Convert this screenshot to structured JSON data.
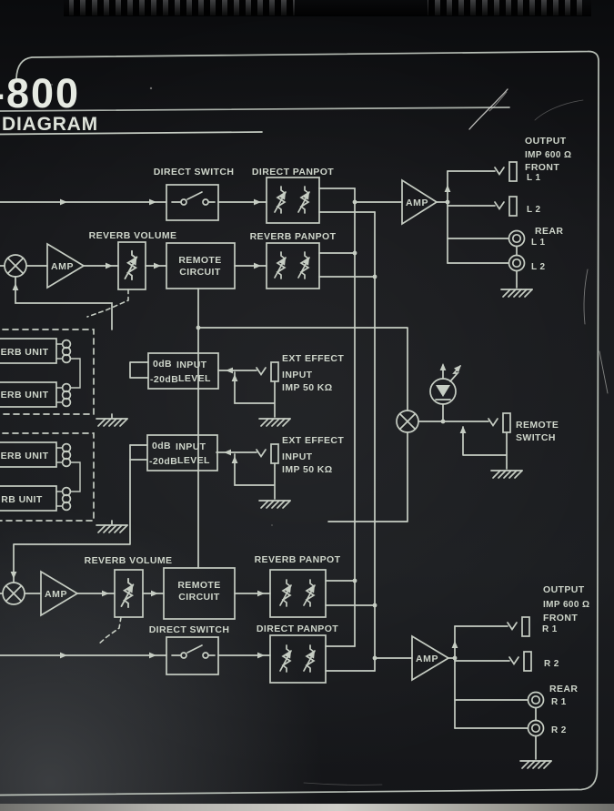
{
  "colors": {
    "ink": "#c6cdc3",
    "panel": "#17181b",
    "strip": "#c4c4bf"
  },
  "header": {
    "model": "-800",
    "subtitle": "DIAGRAM"
  },
  "shared": {
    "amp": "AMP"
  },
  "channel_top": {
    "direct_switch": "DIRECT SWITCH",
    "direct_panpot": "DIRECT PANPOT",
    "reverb_volume": "REVERB VOLUME",
    "remote_circuit_1": "REMOTE",
    "remote_circuit_2": "CIRCUIT",
    "reverb_panpot": "REVERB PANPOT",
    "output": {
      "title": "OUTPUT",
      "impedance": "IMP 600 Ω",
      "front": "FRONT",
      "front_jack_1": "L 1",
      "front_jack_2": "L 2",
      "rear": "REAR",
      "rear_jack_1": "L 1",
      "rear_jack_2": "L 2"
    }
  },
  "channel_bottom": {
    "direct_switch": "DIRECT SWITCH",
    "direct_panpot": "DIRECT PANPOT",
    "reverb_volume": "REVERB VOLUME",
    "remote_circuit_1": "REMOTE",
    "remote_circuit_2": "CIRCUIT",
    "reverb_panpot": "REVERB PANPOT",
    "output": {
      "title": "OUTPUT",
      "impedance": "IMP 600 Ω",
      "front": "FRONT",
      "front_jack_1": "R 1",
      "front_jack_2": "R 2",
      "rear": "REAR",
      "rear_jack_1": "R 1",
      "rear_jack_2": "R 2"
    }
  },
  "reverb_units": [
    "ERB UNIT",
    "ERB UNIT",
    "ERB UNIT",
    "RB UNIT"
  ],
  "input_level": {
    "db_high": "0dB",
    "word_input": "INPUT",
    "db_low": "-20dB",
    "word_level": "LEVEL"
  },
  "ext_effect": {
    "title": "EXT EFFECT",
    "input": "INPUT",
    "impedance": "IMP 50 KΩ"
  },
  "remote_switch": {
    "line1": "REMOTE",
    "line2": "SWITCH"
  }
}
